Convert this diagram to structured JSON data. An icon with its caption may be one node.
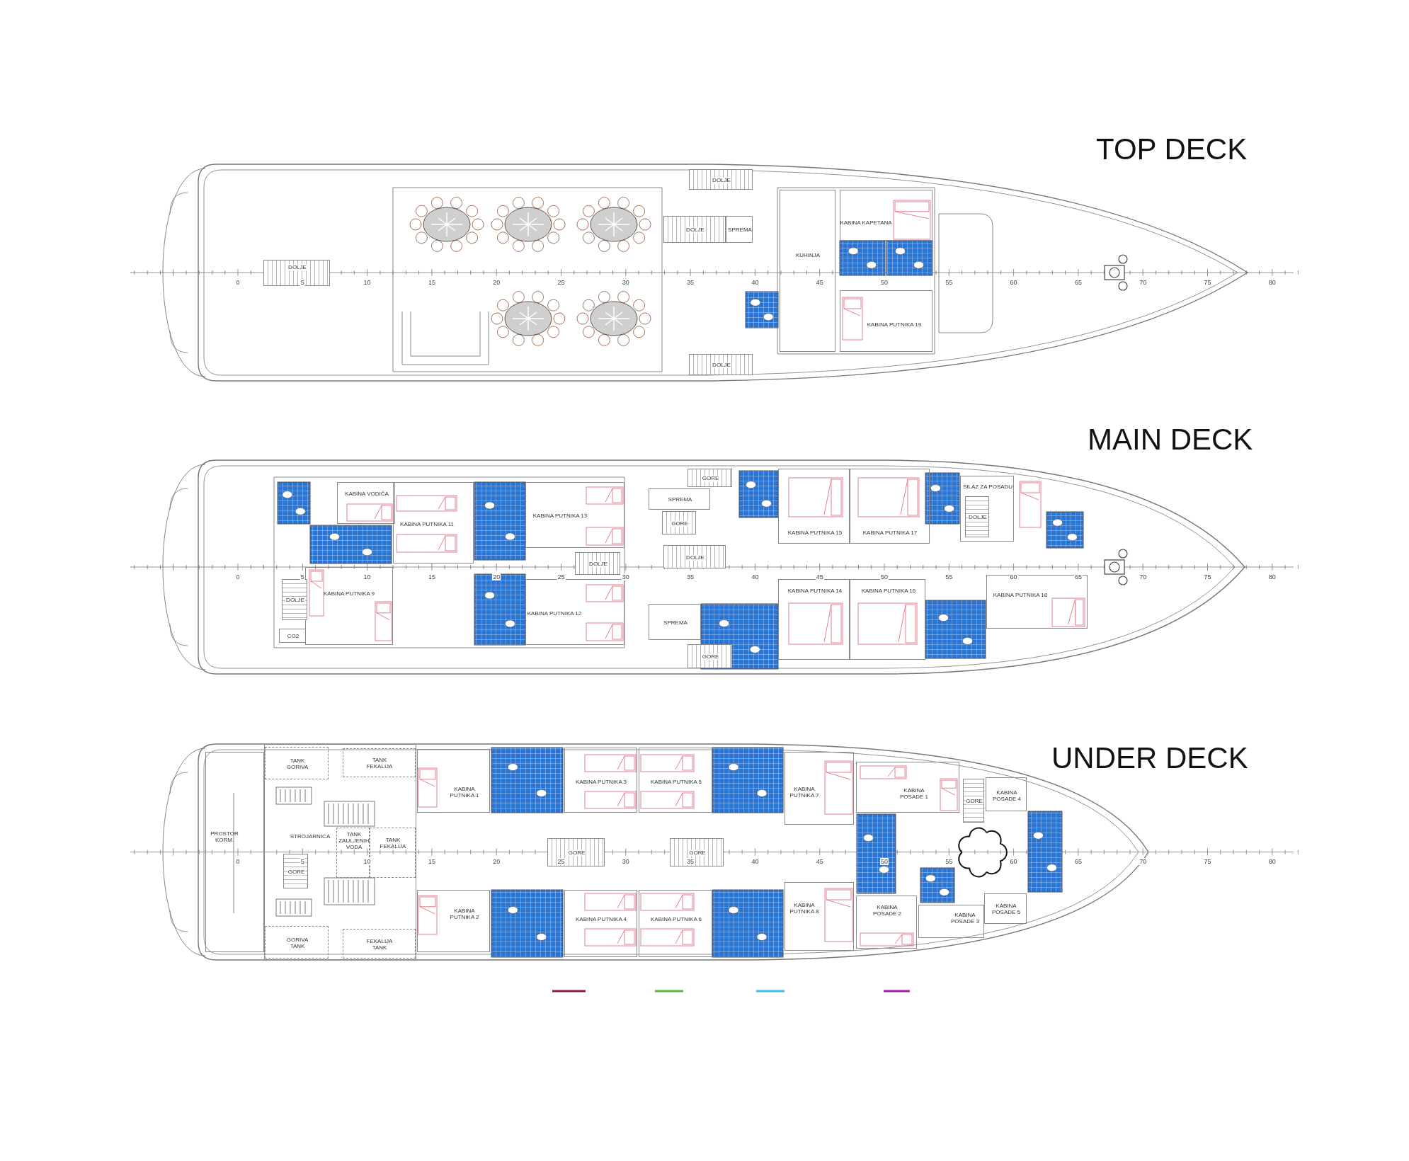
{
  "diagram": {
    "nodes": [
      {
        "text": [
          "TOP DECK"
        ]
      },
      {
        "text": [
          "DOLJE"
        ],
        "in": 0
      },
      {
        "text": [
          "DOLJE"
        ],
        "in": 0
      },
      {
        "text": [
          "DOLJE"
        ],
        "in": 0
      },
      {
        "text": [
          "SPREMA"
        ],
        "in": 0
      },
      {
        "text": [
          "KUHINJA"
        ],
        "in": 0
      },
      {
        "text": [
          "KABINA KAPETANA"
        ],
        "in": 0
      },
      {
        "text": [
          "KABINA PUTNIKA 19"
        ],
        "in": 0
      },
      {
        "text": [
          "DOLJE"
        ],
        "in": 0
      },
      {
        "text": [
          "MAIN DECK"
        ]
      },
      {
        "text": [
          "KABINA VODIČA"
        ],
        "in": 9
      },
      {
        "text": [
          "KABINA PUTNIKA 11"
        ],
        "in": 9
      },
      {
        "text": [
          "KABINA PUTNIKA 9"
        ],
        "in": 9
      },
      {
        "text": [
          "DOLJE"
        ],
        "in": 9
      },
      {
        "text": [
          "CO2"
        ],
        "in": 9
      },
      {
        "text": [
          "KABINA PUTNIKA 13"
        ],
        "in": 9
      },
      {
        "text": [
          "DOLJE"
        ],
        "in": 9
      },
      {
        "text": [
          "KABINA PUTNIKA 12"
        ],
        "in": 9
      },
      {
        "text": [
          "GORE"
        ],
        "in": 9
      },
      {
        "text": [
          "SPREMA"
        ],
        "in": 9
      },
      {
        "text": [
          "GORE"
        ],
        "in": 9
      },
      {
        "text": [
          "DOLJE"
        ],
        "in": 9
      },
      {
        "text": [
          "SPREMA"
        ],
        "in": 9
      },
      {
        "text": [
          "GORE"
        ],
        "in": 9
      },
      {
        "text": [
          "KABINA PUTNIKA 15"
        ],
        "in": 9
      },
      {
        "text": [
          "KABINA PUTNIKA 17"
        ],
        "in": 9
      },
      {
        "text": [
          "KABINA PUTNIKA 14"
        ],
        "in": 9
      },
      {
        "text": [
          "KABINA PUTNIKA 16"
        ],
        "in": 9
      },
      {
        "text": [
          "SILAZ ZA POSADU"
        ],
        "in": 9
      },
      {
        "text": [
          "DOLJE"
        ],
        "in": 28
      },
      {
        "text": [
          "KABINA PUTNIKA 18"
        ],
        "in": 9
      },
      {
        "text": [
          "UNDER DECK"
        ]
      },
      {
        "text": [
          "PROSTOR KORM."
        ],
        "in": 31
      },
      {
        "text": [
          "STROJARNICA"
        ],
        "in": 31
      },
      {
        "text": [
          "TANK GORIVA"
        ],
        "in": 33
      },
      {
        "text": [
          "TANK FEKALIJA"
        ],
        "in": 33
      },
      {
        "text": [
          "GORE"
        ],
        "in": 33
      },
      {
        "text": [
          "TANK ZAULJENIH VODA"
        ],
        "in": 33
      },
      {
        "text": [
          "TANK FEKALIJA"
        ],
        "in": 33
      },
      {
        "text": [
          "GORIVA TANK"
        ],
        "in": 33
      },
      {
        "text": [
          "FEKALIJA TANK"
        ],
        "in": 33
      },
      {
        "text": [
          "KABINA PUTNIKA 1"
        ],
        "in": 31
      },
      {
        "text": [
          "KABINA PUTNIKA 2"
        ],
        "in": 31
      },
      {
        "text": [
          "KABINA PUTNIKA 3"
        ],
        "in": 31
      },
      {
        "text": [
          "KABINA PUTNIKA 5"
        ],
        "in": 31
      },
      {
        "text": [
          "GORE"
        ],
        "in": 31
      },
      {
        "text": [
          "GORE"
        ],
        "in": 31
      },
      {
        "text": [
          "KABINA PUTNIKA 4"
        ],
        "in": 31
      },
      {
        "text": [
          "KABINA PUTNIKA 6"
        ],
        "in": 31
      },
      {
        "text": [
          "KABINA PUTNIKA 7"
        ],
        "in": 31
      },
      {
        "text": [
          "KABINA PUTNIKA 8"
        ],
        "in": 31
      },
      {
        "text": [
          "KABINA POSADE 1"
        ],
        "in": 31
      },
      {
        "text": [
          "GORE"
        ],
        "in": 31
      },
      {
        "text": [
          "KABINA POSADE 4"
        ],
        "in": 31
      },
      {
        "text": [
          "KABINA POSADE 2"
        ],
        "in": 31
      },
      {
        "text": [
          "KABINA POSADE 3"
        ],
        "in": 31
      },
      {
        "text": [
          "KABINA POSADE 5"
        ],
        "in": 31
      }
    ],
    "labels": [
      "0",
      "5",
      "10",
      "15",
      "20",
      "25",
      "30",
      "35",
      "40",
      "45",
      "50",
      "55",
      "60",
      "65",
      "70",
      "75",
      "80",
      "0",
      "5",
      "10",
      "15",
      "20",
      "25",
      "30",
      "35",
      "40",
      "45",
      "50",
      "55",
      "60",
      "65",
      "70",
      "75",
      "80",
      "0",
      "5",
      "10",
      "15",
      "20",
      "25",
      "30",
      "35",
      "40",
      "45",
      "50",
      "55",
      "60",
      "65",
      "70",
      "75",
      "80"
    ]
  }
}
